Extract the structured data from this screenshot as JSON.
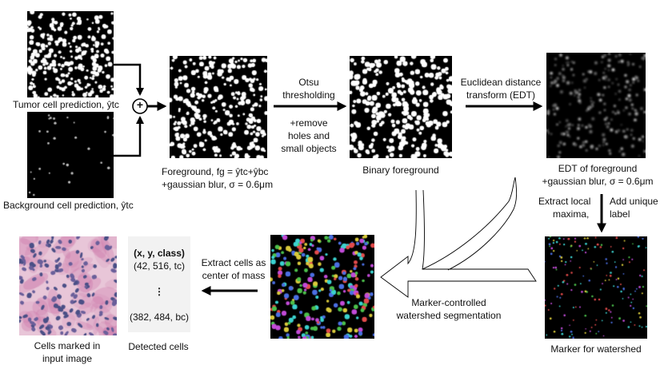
{
  "inputs": {
    "tumor_label": "Tumor cell prediction, ŷtc",
    "background_label": "Background cell prediction, ŷtc"
  },
  "foreground": {
    "line1": "Foreground, fg = ŷtc+ŷbc",
    "line2": "+gaussian blur, σ = 0.6μm"
  },
  "otsu": {
    "line1": "Otsu",
    "line2": "thresholding",
    "line3": "+remove",
    "line4": "holes and",
    "line5": "small objects"
  },
  "binary": {
    "label": "Binary foreground"
  },
  "edt_step": {
    "line1": "Euclidean distance",
    "line2": "transform (EDT)"
  },
  "edt": {
    "line1": "EDT of foreground",
    "line2": "+gaussian blur, σ = 0.6μm"
  },
  "extract_maxima": {
    "line1": "Extract local",
    "line2": "maxima,"
  },
  "add_label": {
    "line1": "Add unique",
    "line2": "label"
  },
  "marker": {
    "label": "Marker for watershed"
  },
  "watershed": {
    "line1": "Marker-controlled",
    "line2": "watershed segmentation"
  },
  "extract_cells": {
    "line1": "Extract cells as",
    "line2": "center of mass"
  },
  "detected": {
    "header": "(x, y, class)",
    "row1": "(42, 516, tc)",
    "ellipsis": "⋮",
    "row2": "(382, 484, bc)",
    "label": "Detected cells"
  },
  "cells_marked": {
    "line1": "Cells marked in",
    "line2": "input image"
  },
  "plus_symbol": "+",
  "colors": {
    "arrow": "#000000",
    "panel_bg": "#000000",
    "blob": "#ffffff",
    "histology_bg": "#e8c6d8",
    "histology_nucleus": "#4a4f86",
    "marker_dots": [
      "#e34b4b",
      "#4bc04b",
      "#4b6fe3",
      "#d8c93b",
      "#c24bd8",
      "#3bd2cf"
    ]
  }
}
